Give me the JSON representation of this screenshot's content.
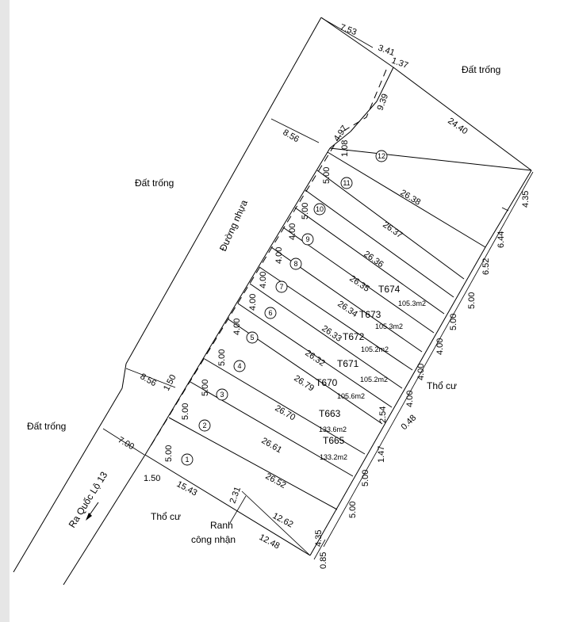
{
  "areas": {
    "dat_trong_top": "Đất trống",
    "dat_trong_left": "Đất trống",
    "dat_trong_bottom_left": "Đất trống",
    "tho_cu_right": "Thổ cư",
    "tho_cu_bottom": "Thổ cư"
  },
  "road": {
    "name": "Đường nhựa",
    "exit": "Ra Quốc Lộ 13",
    "boundary_line1": "Ranh",
    "boundary_line2": "công nhận"
  },
  "lots": [
    {
      "no": "1",
      "front": "5.00",
      "depth": "26.52"
    },
    {
      "no": "2",
      "front": "5.00",
      "depth": "26.61",
      "id": "T665",
      "area": "133.2m2"
    },
    {
      "no": "3",
      "front": "5.00",
      "depth": "26.70",
      "id": "T663",
      "area": "133.6m2"
    },
    {
      "no": "4",
      "front": "5.00",
      "depth": "26.79",
      "id": "T670",
      "area": "105.6m2"
    },
    {
      "no": "5",
      "front": "4.00",
      "depth": "26.32",
      "id": "T671",
      "area": "105.2m2"
    },
    {
      "no": "6",
      "front": "4.00",
      "depth": "26.33",
      "id": "T672",
      "area": "105.2m2"
    },
    {
      "no": "7",
      "front": "4.00",
      "depth": "26.34",
      "id": "T673",
      "area": "105.3m2"
    },
    {
      "no": "8",
      "front": "4.00",
      "depth": "26.35",
      "id": "T674",
      "area": "105.3m2"
    },
    {
      "no": "9",
      "front": "4.00",
      "depth": "26.36"
    },
    {
      "no": "10",
      "front": "5.00",
      "depth": "26.37"
    },
    {
      "no": "11",
      "front": "5.00",
      "depth": "26.38"
    },
    {
      "no": "12",
      "front": "1.08"
    }
  ],
  "rear_dims": [
    "5.00",
    "5.00",
    "1.47",
    "0.48",
    "2.54",
    "4.00",
    "4.00",
    "4.00",
    "5.00",
    "5.00",
    "6.52",
    "6.44",
    "4.35",
    "0.85"
  ],
  "dims": {
    "top_a": "7.53",
    "top_b": "3.41",
    "top_c": "1.37",
    "top_side": "24.40",
    "diag_939": "9.39",
    "diag_497": "4.97",
    "road_w_top": "8.56",
    "road_w_mid": "8.56",
    "mid_150": "1.50",
    "road_w_bottom": "7.00",
    "bot_150": "1.50",
    "bot_1543": "15.43",
    "bot_231": "2.31",
    "bot_1262": "12.62",
    "bot_1248": "12.48"
  }
}
